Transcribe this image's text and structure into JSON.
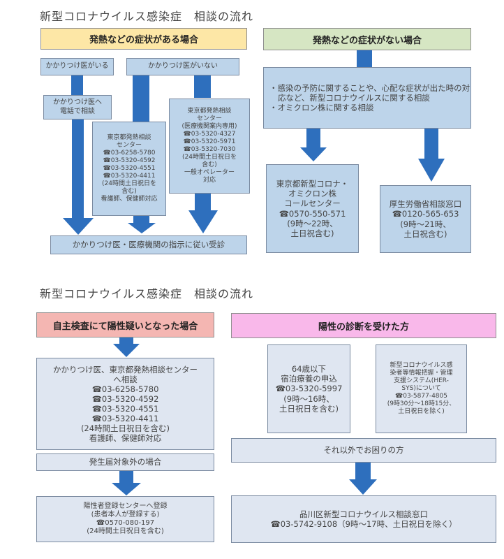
{
  "section1": {
    "title": "新型コロナウイルス感染症　相談の流れ",
    "left": {
      "header": "発熱などの症状がある場合",
      "header_color": "#fde7a6",
      "has_doctor": "かかりつけ医がいる",
      "no_doctor": "かかりつけ医がいない",
      "call_doctor": [
        "かかりつけ医へ",
        "電話で相談"
      ],
      "fever_center": [
        "東京都発熱相談",
        "センター",
        "☎03-6258-5780",
        "☎03-5320-4592",
        "☎03-5320-4551",
        "☎03-5320-4411",
        "(24時間土日祝日を",
        "含む)",
        "看護師、保健師対応"
      ],
      "fever_center_medical": [
        "東京都発熱相談",
        "センター",
        "(医療機関案内専用)",
        "☎03-5320-4327",
        "☎03-5320-5971",
        "☎03-5320-7030",
        "(24時間土日祝日を",
        "含む)",
        "一般オペレーター",
        "対応"
      ],
      "final": "かかりつけ医・医療機関の指示に従い受診"
    },
    "right": {
      "header": "発熱などの症状がない場合",
      "header_color": "#d6e6c3",
      "consult_items": [
        "・感染の予防に関することや、心配な症状が出た時の対応など、新型コロナウイルスに関する相談",
        "・オミクロン株に関する相談"
      ],
      "tokyo_call_center": [
        "東京都新型コロナ・",
        "オミクロン株",
        "コールセンター",
        "☎0570-550-571",
        "(9時～22時、",
        "土日祝含む)"
      ],
      "mhlw": [
        "厚生労働省相談窓口",
        "☎0120-565-653",
        "(9時～21時、",
        "土日祝含む)"
      ]
    }
  },
  "section2": {
    "title": "新型コロナウイルス感染症　相談の流れ",
    "left": {
      "header": "自主検査にて陽性疑いとなった場合",
      "header_color": "#f4b6b2",
      "consult": [
        "かかりつけ医、東京都発熱相談センター",
        "へ相談",
        "☎03-6258-5780",
        "☎03-5320-4592",
        "☎03-5320-4551",
        "☎03-5320-4411",
        "(24時間土日祝日を含む)",
        "看護師、保健師対応"
      ],
      "not_reportable": "発生届対象外の場合",
      "registration": [
        "陽性者登録センターへ登録",
        "(患者本人が登録する)",
        "☎0570-080-197",
        "(24時間土日祝日を含む)"
      ]
    },
    "right": {
      "header": "陽性の診断を受けた方",
      "header_color": "#f9b8ea",
      "hotel": [
        "64歳以下",
        "宿泊療養の申込",
        "☎03-5320-5997",
        "(9時～16時、",
        "土日祝日を含む)"
      ],
      "hersys": [
        "新型コロナウイルス感",
        "染者等情報把握・管理",
        "支援システム(HER-",
        "SYS)について",
        "☎03-5877-4805",
        "(9時30分～18時15分、",
        "土日祝日を除く)"
      ],
      "other": "それ以外でお困りの方",
      "shinagawa": [
        "品川区新型コロナウイルス相談窓口",
        "☎03-5742-9108（9時～17時、土日祝日を除く）"
      ]
    }
  }
}
